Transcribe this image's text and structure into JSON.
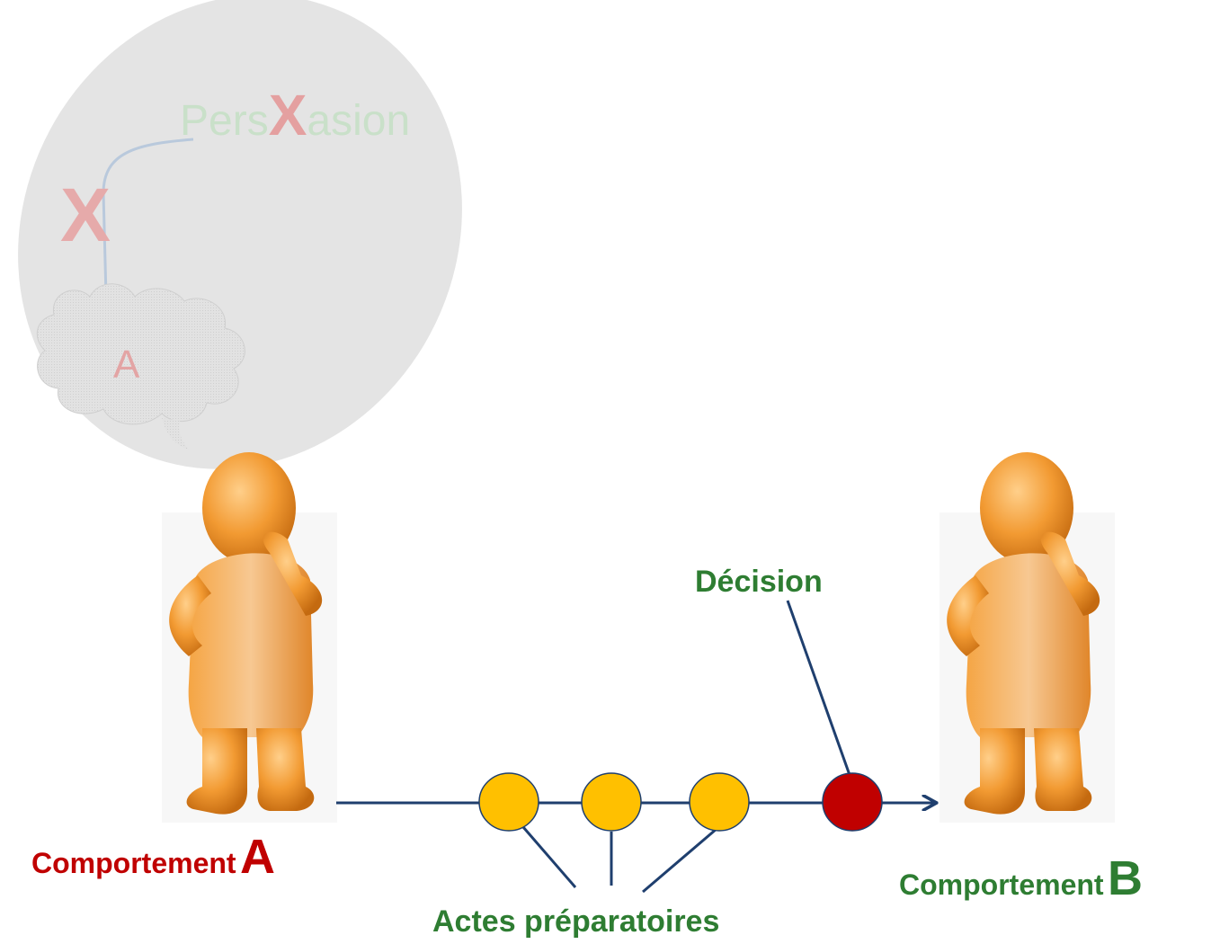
{
  "bubble": {
    "title_prefix": "Pers",
    "title_suffix": "asion",
    "strike_mark": "X",
    "cloud_letter": "A"
  },
  "labels": {
    "comportement_a_word": "Comportement",
    "comportement_a_letter": "A",
    "comportement_b_word": "Comportement",
    "comportement_b_letter": "B",
    "decision": "Décision",
    "actes": "Actes préparatoires"
  },
  "colors": {
    "red": "#c00000",
    "green": "#2e7d32",
    "line": "#1f3f6e",
    "yellow": "#ffc000",
    "decision_fill": "#c00000"
  }
}
